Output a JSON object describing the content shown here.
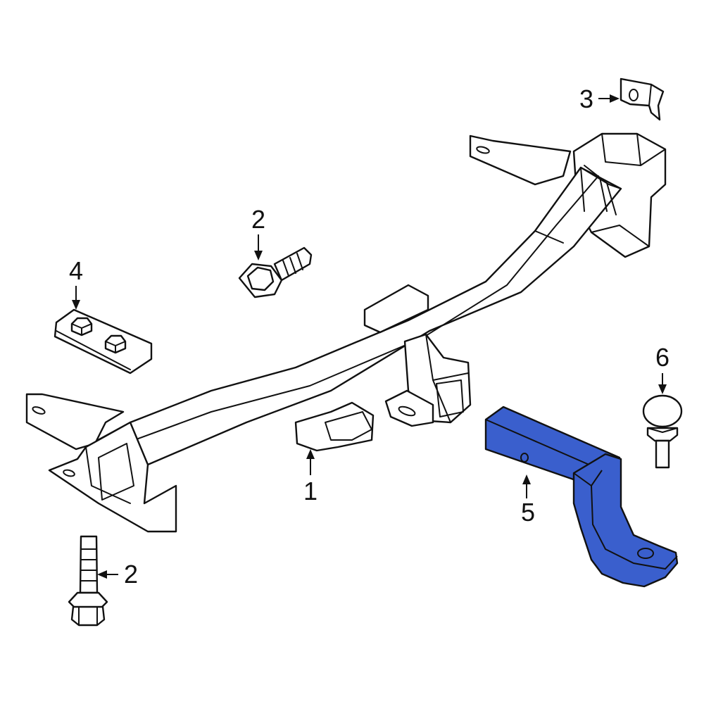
{
  "colors": {
    "highlight": "#3a5fcd",
    "outline": "#111111",
    "background": "#ffffff"
  },
  "callouts": {
    "c1": "1",
    "c2a": "2",
    "c2b": "2",
    "c3": "3",
    "c4": "4",
    "c5": "5",
    "c6": "6"
  }
}
